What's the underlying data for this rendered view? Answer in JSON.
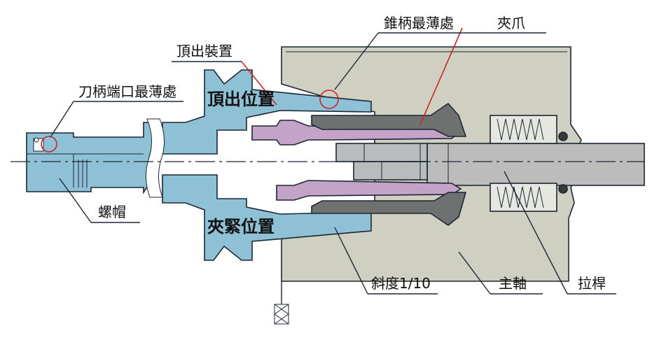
{
  "labels": {
    "taper_thinnest": "錐柄最薄處",
    "collet": "夾爪",
    "ejection_device": "頂出裝置",
    "holder_port_thinnest": "刀柄端口最薄處",
    "ejection_position": "頂出位置",
    "nut": "螺帽",
    "clamping_position": "夾緊位置",
    "slope": "斜度1/10",
    "spindle": "主軸",
    "drawbar": "拉桿"
  },
  "colors": {
    "holder_blue": "#8ec0d6",
    "spindle_gray": "#cfcfc2",
    "collet_dark": "#6f7170",
    "rod_gray": "#bcbcbc",
    "ejector_purple": "#c4a3c9",
    "leader_red": "#c62828",
    "line_dark": "#1c2633"
  },
  "icons": {
    "holder_port_circle": "thin-wall-marker-circle",
    "taper_circle": "thin-wall-marker-circle",
    "break": "break-line-icon",
    "hatch": "cross-hatch-icon"
  }
}
